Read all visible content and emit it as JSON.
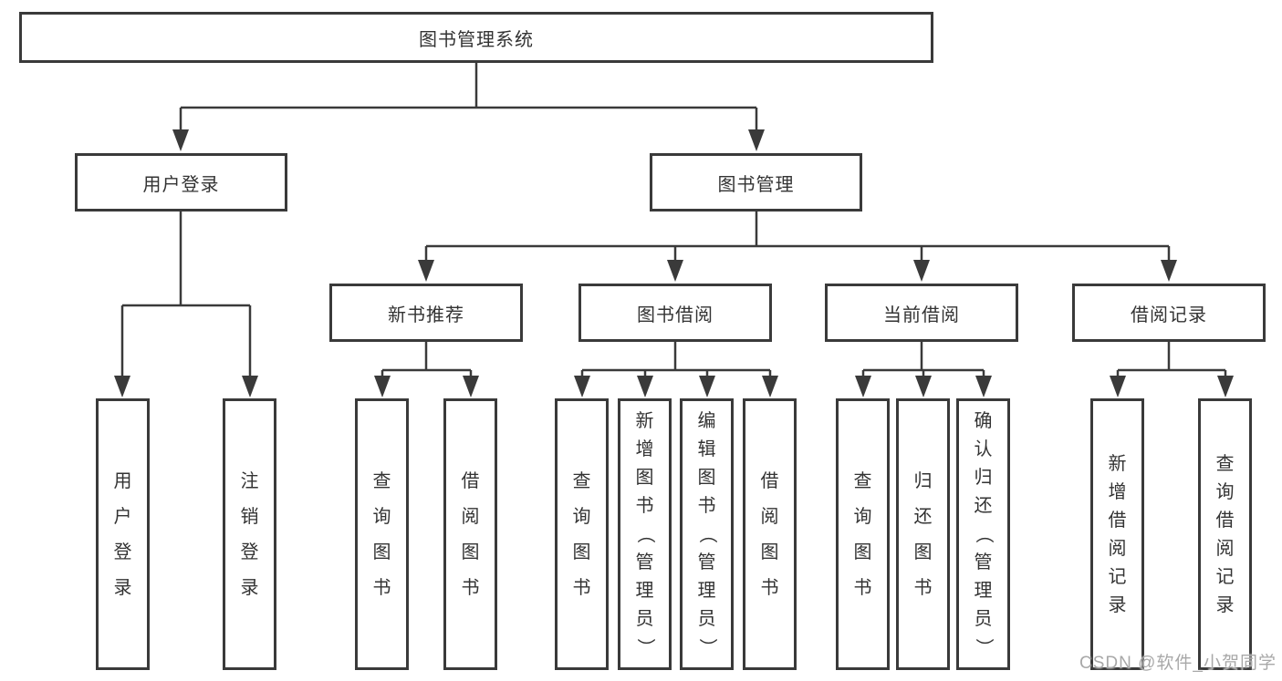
{
  "colors": {
    "line": "#3a3a3a",
    "text": "#333333",
    "background": "#ffffff",
    "watermark": "#a8a8a8"
  },
  "watermark": {
    "text": "CSDN @软件_小贺同学"
  },
  "tree": {
    "label": "图书管理系统",
    "children": [
      {
        "label": "用户登录",
        "children": [
          {
            "label": "用户登录"
          },
          {
            "label": "注销登录"
          }
        ]
      },
      {
        "label": "图书管理",
        "children": [
          {
            "label": "新书推荐",
            "children": [
              {
                "label": "查询图书"
              },
              {
                "label": "借阅图书"
              }
            ]
          },
          {
            "label": "图书借阅",
            "children": [
              {
                "label": "查询图书"
              },
              {
                "label": "新增图书（管理员）"
              },
              {
                "label": "编辑图书（管理员）"
              },
              {
                "label": "借阅图书"
              }
            ]
          },
          {
            "label": "当前借阅",
            "children": [
              {
                "label": "查询图书"
              },
              {
                "label": "归还图书"
              },
              {
                "label": "确认归还（管理员）"
              }
            ]
          },
          {
            "label": "借阅记录",
            "children": [
              {
                "label": "新增借阅记录"
              },
              {
                "label": "查询借阅记录"
              }
            ]
          }
        ]
      }
    ]
  }
}
